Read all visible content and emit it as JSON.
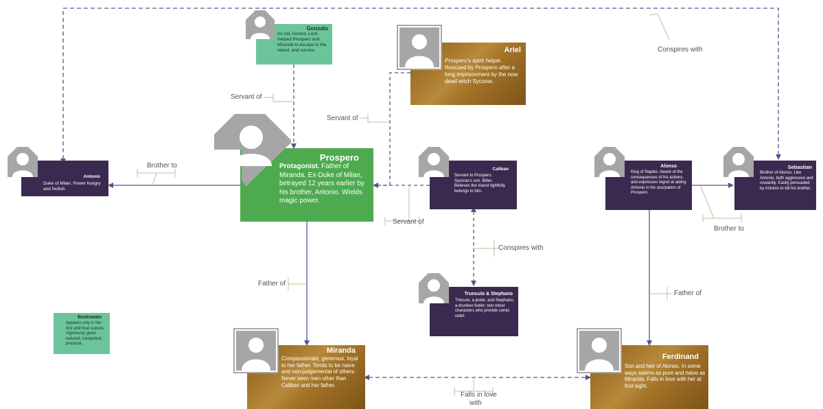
{
  "characters": {
    "gonzalo": {
      "name": "Gonzalo",
      "desc": "An old, honest, Lord. Helped Prospero and Miranda to escape to the island, and survive."
    },
    "ariel": {
      "name": "Ariel",
      "desc": "Prospero's spirit helper. Rescued by Prospero after a long imprisonment by the now dead witch Sycorax."
    },
    "antonio": {
      "name": "Antonio",
      "desc": "Duke of Milan. Power hungry and foolish."
    },
    "prospero": {
      "name": "Prospero",
      "desc_lead": "Protagonist.",
      "desc": " Father of Miranda. Ex-Duke of Milan, betrayed 12 years earlier by his brother, Antonio. Wields magic power."
    },
    "caliban": {
      "name": "Caliban",
      "desc": "Servant to Prospero. Sycorax's son. Bitter. Believes the island rightfully belongs to him."
    },
    "alonso": {
      "name": "Alonso",
      "desc": "King of Naples. Aware of the consequences of his actions, and expresses regret at aiding Antonio in his usurpation of Prospero."
    },
    "sebastian": {
      "name": "Sebastian",
      "desc": "Brother of Alonso. Like Antonio, both aggressive and cowardly. Easily persuaded by Antonio to kill his brother."
    },
    "trinculo_stephano": {
      "name": "Trunculo & Stephano",
      "desc": "Trinculo, a jester, and Stephano, a drunken butler; two minor characters who provide comic relief."
    },
    "boatswain": {
      "name": "Boatswain",
      "desc": "Appears only in the first and final scenes. Vigorously good-natured, competent, practical."
    },
    "miranda": {
      "name": "Miranda",
      "desc": "Compassionate, generous, loyal to her father. Tends to be naive and non-judgemental of others. Never seen men other than Caliban and her father."
    },
    "ferdinand": {
      "name": "Ferdinand",
      "desc": "Son and heir of Alonso. In some ways seems as pure and naive as Miranda. Falls in love with her at first sight."
    }
  },
  "relations": {
    "conspires_top": "Conspires with",
    "servant_gonzalo": "Servant of",
    "servant_ariel": "Servant of",
    "brother_antonio": "Brother to",
    "servant_caliban": "Servant of",
    "conspires_caliban": "Conspires with",
    "father_prospero": "Father of",
    "father_alonso": "Father of",
    "brother_alonso": "Brother to",
    "love_line1": "Falls in love",
    "love_line2": "with"
  },
  "colors": {
    "line": "#5d4f8f",
    "purple_card": "#3a2a4f",
    "green_card": "#4daa4f",
    "teal_card": "#6cc49c",
    "gold_card": "#a27227",
    "avatar": "#a6a6a6"
  }
}
